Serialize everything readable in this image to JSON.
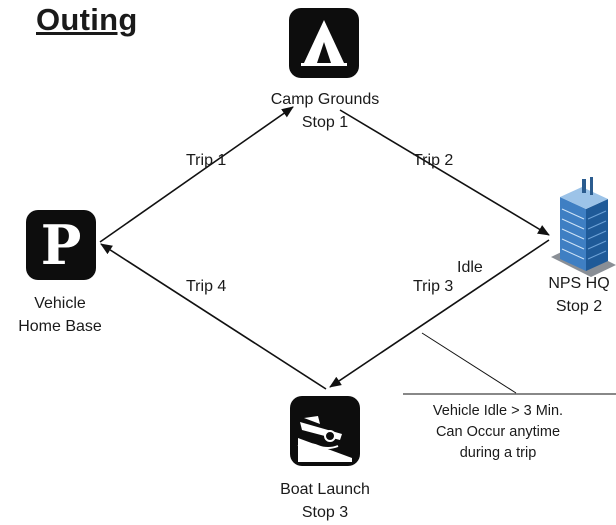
{
  "title": "Outing",
  "nodes": {
    "camp": {
      "name": "Camp Grounds",
      "stop": "Stop 1",
      "icon": "tent-icon"
    },
    "hq": {
      "name": "NPS HQ",
      "stop": "Stop 2",
      "icon": "office-building-icon"
    },
    "boat": {
      "name": "Boat Launch",
      "stop": "Stop 3",
      "icon": "boat-launch-icon"
    },
    "home": {
      "name": "Vehicle",
      "sub": "Home Base",
      "icon": "parking-icon",
      "glyph": "P"
    }
  },
  "trips": [
    "Trip 1",
    "Trip 2",
    "Trip 3",
    "Trip 4"
  ],
  "idle_label": "Idle",
  "note": {
    "line1": "Vehicle Idle > 3 Min.",
    "line2": "Can Occur anytime",
    "line3": "during a trip"
  }
}
